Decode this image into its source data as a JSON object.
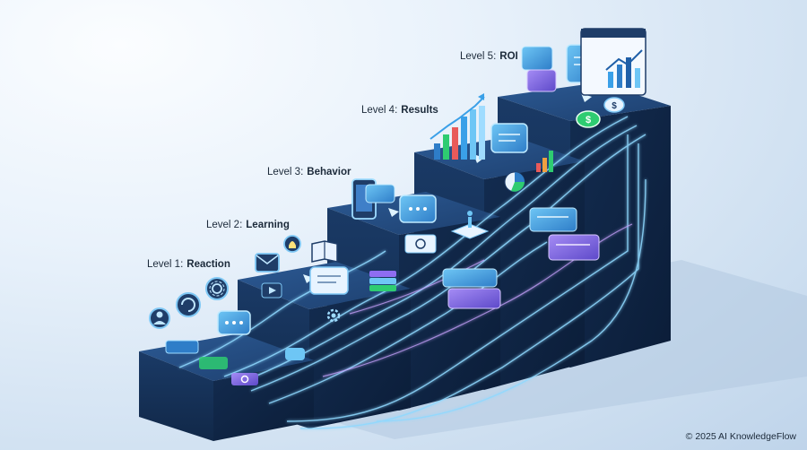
{
  "levels": [
    {
      "prefix": "Level 1:",
      "name": "Reaction"
    },
    {
      "prefix": "Level 2:",
      "name": "Learning"
    },
    {
      "prefix": "Level 3:",
      "name": "Behavior"
    },
    {
      "prefix": "Level 4:",
      "name": "Results"
    },
    {
      "prefix": "Level 5:",
      "name": "ROI"
    }
  ],
  "footer": {
    "copyright": "© 2025 AI KnowledgeFlow"
  },
  "colors": {
    "step_top": "#24497e",
    "step_left": "#163157",
    "step_right": "#0e2240",
    "glow": "#8fd9ff",
    "accent_green": "#2ecc71",
    "accent_purple": "#8e6df2"
  },
  "icons": [
    "person-icon",
    "refresh-icon",
    "ai-knot-icon",
    "chat-bubble-icon",
    "email-icon",
    "lightbulb-icon",
    "book-icon",
    "play-icon",
    "stack-icon",
    "gear-icon",
    "tablet-icon",
    "person-on-pad-icon",
    "bar-chart-icon",
    "pie-chart-icon",
    "dollar-coin-icon",
    "analytics-window-icon"
  ]
}
